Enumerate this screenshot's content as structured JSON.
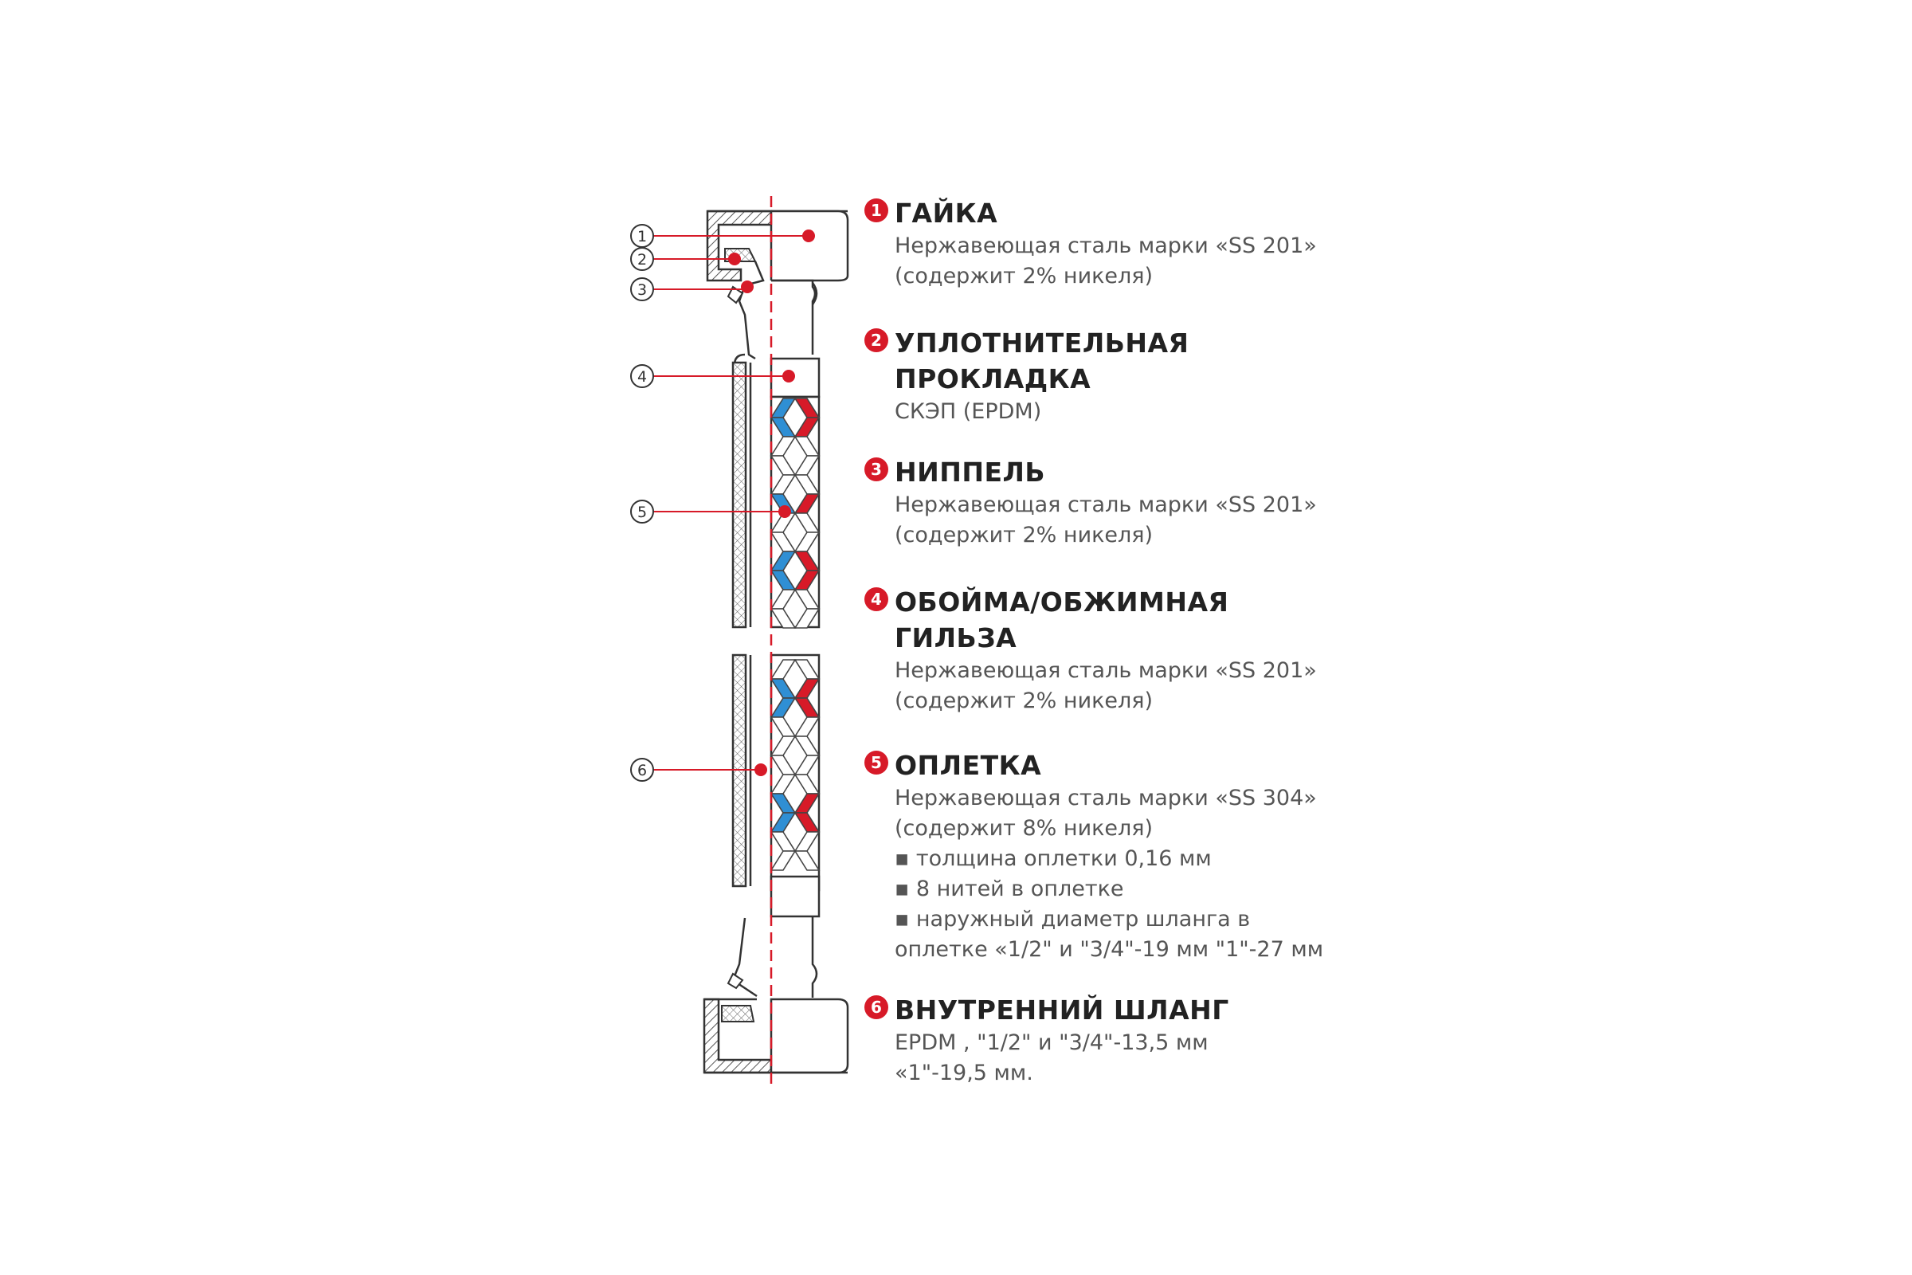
{
  "callout_numbers": [
    "1",
    "2",
    "3",
    "4",
    "5",
    "6"
  ],
  "items": [
    {
      "num": "1",
      "title": [
        "ГАЙКА"
      ],
      "desc": [
        "Нержавеющая сталь марки «SS 201»",
        "(содержит 2% никеля)"
      ]
    },
    {
      "num": "2",
      "title": [
        "УПЛОТНИТЕЛЬНАЯ",
        "ПРОКЛАДКА"
      ],
      "desc": [
        "СКЭП (EPDM)"
      ]
    },
    {
      "num": "3",
      "title": [
        "НИППЕЛЬ"
      ],
      "desc": [
        "Нержавеющая сталь марки «SS 201»",
        "(содержит 2% никеля)"
      ]
    },
    {
      "num": "4",
      "title": [
        "ОБОЙМА/ОБЖИМНАЯ",
        "ГИЛЬЗА"
      ],
      "desc": [
        "Нержавеющая сталь марки «SS 201»",
        "(содержит 2% никеля)"
      ]
    },
    {
      "num": "5",
      "title": [
        "ОПЛЕТКА"
      ],
      "desc": [
        "Нержавеющая сталь марки «SS 304»",
        "(содержит 8% никеля)",
        "▪ толщина оплетки  0,16 мм",
        "▪ 8 нитей в оплетке",
        "▪ наружный диаметр шланга в",
        "оплетке «1/2\" и \"3/4\"-19 мм \"1\"-27 мм"
      ]
    },
    {
      "num": "6",
      "title": [
        "ВНУТРЕННИЙ ШЛАНГ"
      ],
      "desc": [
        "EPDM , \"1/2\" и \"3/4\"-13,5 мм",
        "«1\"-19,5 мм."
      ]
    }
  ],
  "colors": {
    "accent": "#d71a28",
    "blue": "#2f8fd4",
    "line": "#333333",
    "title": "#222222",
    "text": "#555555"
  }
}
